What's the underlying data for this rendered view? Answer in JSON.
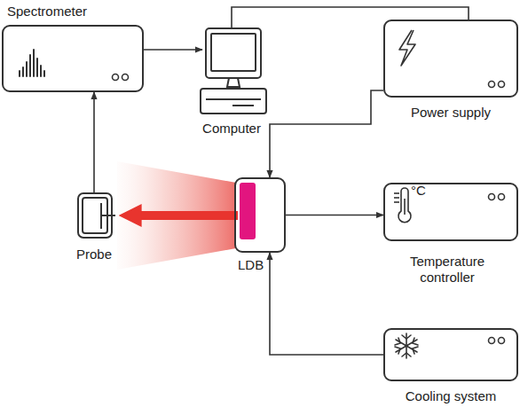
{
  "diagram": {
    "nodes": [
      {
        "text": [
          "Spectrometer"
        ]
      },
      {
        "text": [
          "Computer"
        ]
      },
      {
        "text": [
          "Power supply"
        ]
      },
      {
        "text": [
          "Probe"
        ]
      },
      {
        "text": [
          "LDB"
        ]
      },
      {
        "text": [
          "Temperature controller"
        ]
      },
      {
        "text": [
          "Cooling system"
        ]
      }
    ],
    "edges": [
      {
        "from": 0,
        "to": 1,
        "arrow": "to"
      },
      {
        "from": 1,
        "to": 2,
        "arrow": "none"
      },
      {
        "from": 2,
        "to": 4,
        "arrow": "to"
      },
      {
        "from": 4,
        "to": 3,
        "arrow": "to"
      },
      {
        "from": 3,
        "to": 0,
        "arrow": "to"
      },
      {
        "from": 4,
        "to": 5,
        "arrow": "to"
      },
      {
        "from": 6,
        "to": 4,
        "arrow": "to"
      }
    ],
    "labels": [
      "°C"
    ]
  }
}
